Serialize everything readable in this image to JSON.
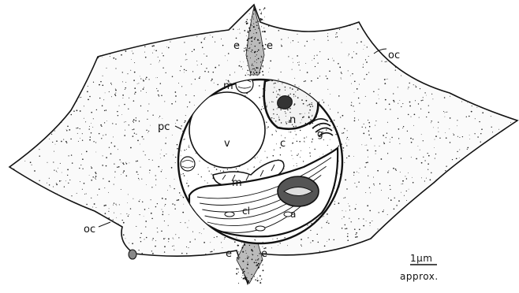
{
  "labels": {
    "oc_top": "oc",
    "oc_left": "oc",
    "e_top_left": "e",
    "e_top_right": "e",
    "e_bottom_left": "e",
    "e_bottom_right": "e",
    "pc": "pc",
    "m_top": "m",
    "m_center": "m",
    "n": "n",
    "v": "v",
    "c": "c",
    "g": "g",
    "cl": "cl",
    "a": "a"
  },
  "scale_bar": {
    "value": "1µm",
    "note": "approx."
  },
  "colors": {
    "line": "#111111",
    "stipple": "#222222",
    "background": "#ffffff"
  }
}
